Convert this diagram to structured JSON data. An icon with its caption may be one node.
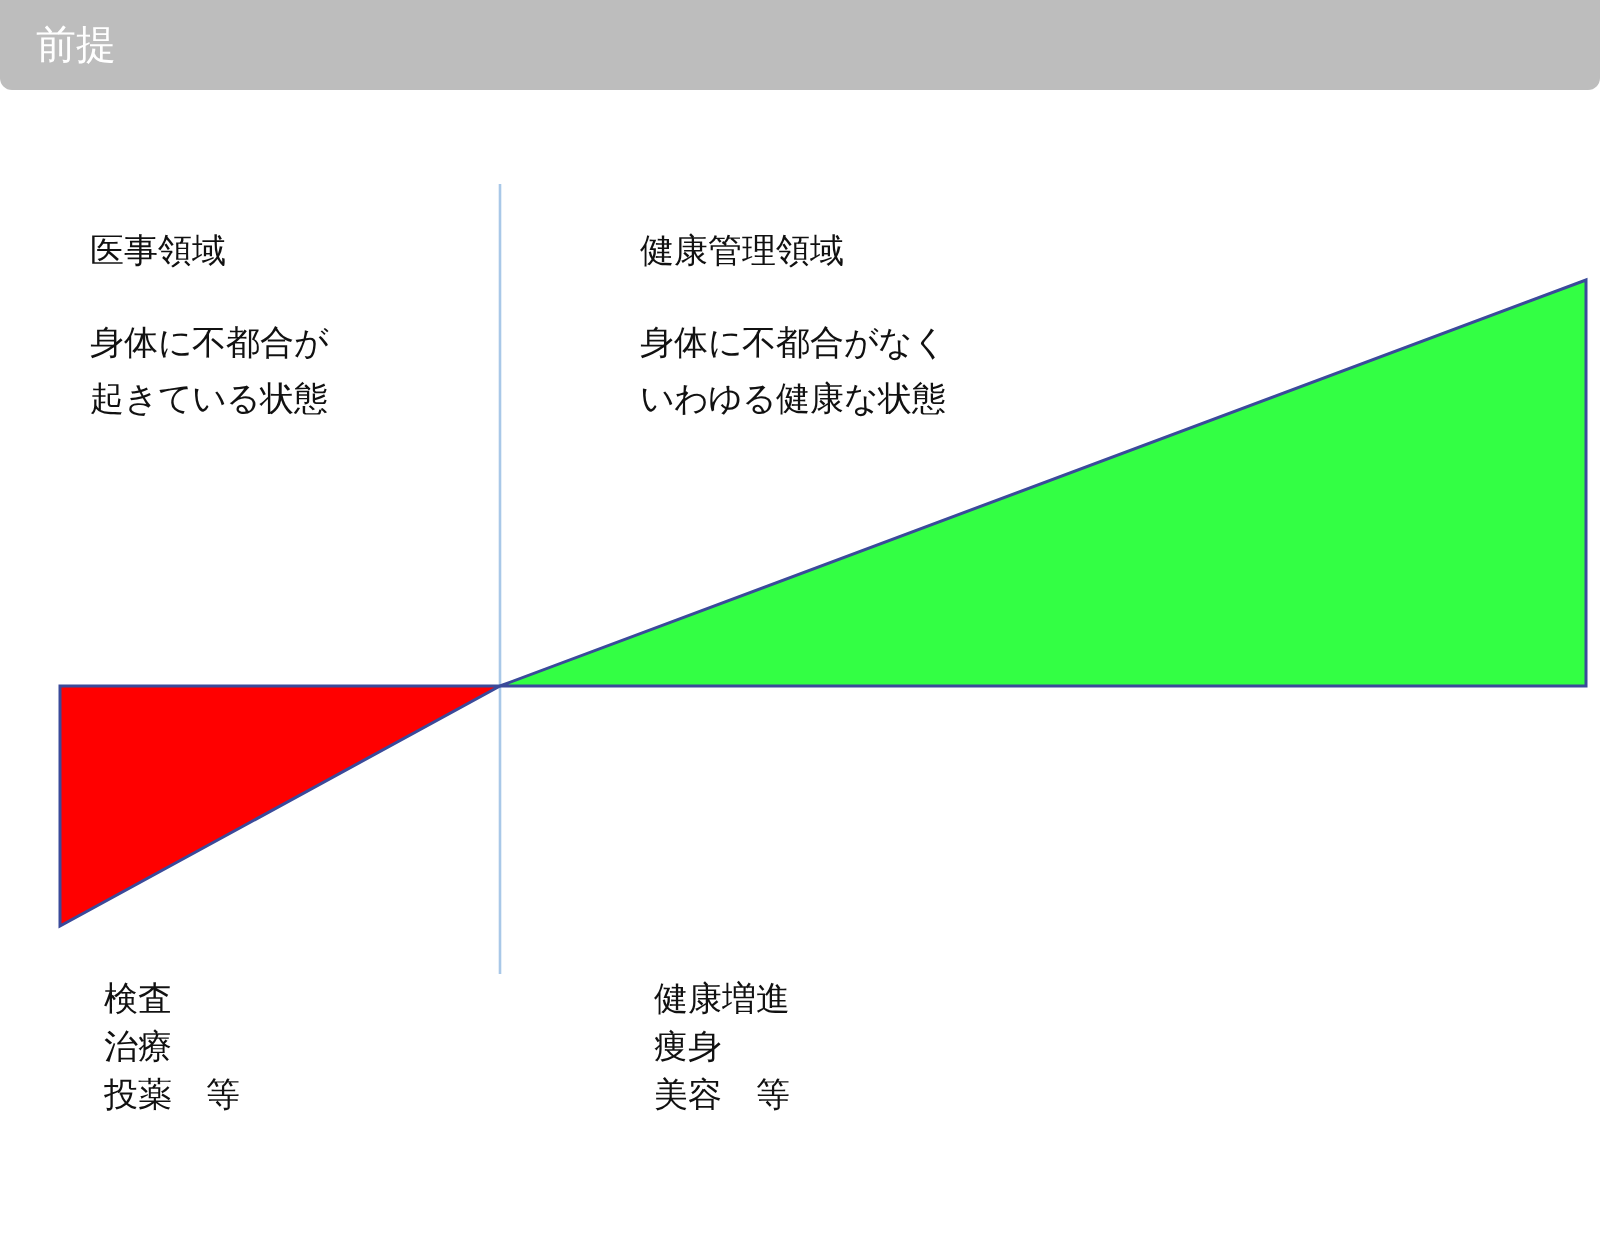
{
  "diagram": {
    "title": "前提",
    "labels": [
      "医事領域",
      "身体に不都合が起きている状態",
      "健康管理領域",
      "身体に不都合がなくいわゆる健康な状態",
      "検査",
      "治療",
      "投薬　等",
      "健康増進",
      "痩身",
      "美容　等"
    ]
  }
}
